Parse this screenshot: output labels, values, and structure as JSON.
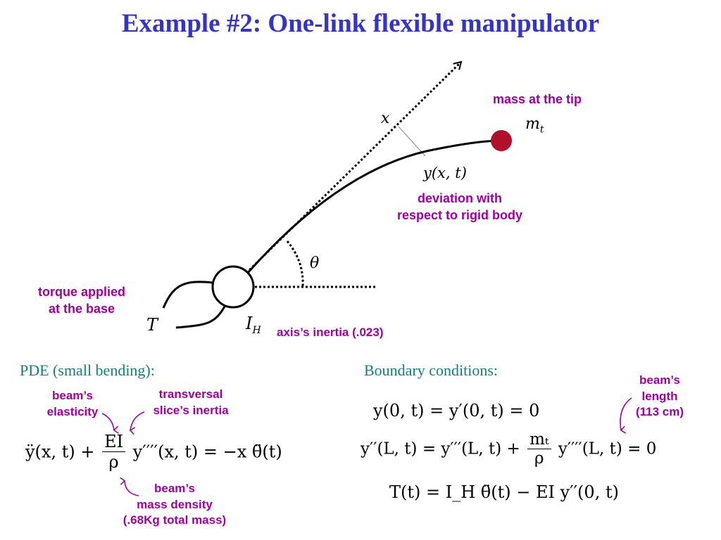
{
  "title": "Example #2: One-link flexible manipulator",
  "labels": {
    "mass_tip": "mass at the tip",
    "deviation_line1": "deviation with",
    "deviation_line2": "respect to rigid body",
    "torque_line1": "torque applied",
    "torque_line2": "at the base",
    "axis_inertia": "axis’s inertia (.023)",
    "pde_heading": "PDE (small bending):",
    "bc_heading": "Boundary conditions:",
    "beam_elasticity_line1": "beam’s",
    "beam_elasticity_line2": "elasticity",
    "slice_inertia_line1": "transversal",
    "slice_inertia_line2": "slice’s inertia",
    "beam_density_line1": "beam’s",
    "beam_density_line2": "mass density",
    "beam_density_line3": "(.68Kg total mass)",
    "beam_length_line1": "beam’s",
    "beam_length_line2": "length",
    "beam_length_line3": "(113 cm)"
  },
  "symbols": {
    "x_axis": "x",
    "tip_mass_base": "m",
    "tip_mass_sub": "t",
    "deflection": "y(x, t)",
    "angle": "θ",
    "torque": "T",
    "hub_inertia_base": "I",
    "hub_inertia_sub": "H"
  },
  "equations": {
    "pde": {
      "left": "ÿ(x, t) +",
      "frac_num": "EI",
      "frac_den": "ρ",
      "right": "y′′′′(x, t) = −x θ̈(t)"
    },
    "bc1": "y(0, t) = y′(0, t) = 0",
    "bc2": {
      "left": "y′′(L, t) = y′′′(L, t) +",
      "frac_num": "mₜ",
      "frac_den": "ρ",
      "right": "y′′′′(L, t) = 0"
    },
    "bc3": "T(t) = I_H θ̈(t) − EI y′′(0, t)"
  },
  "colors": {
    "title": "#3434c8",
    "annotation": "#a000a0",
    "heading": "#137e7e",
    "tip_mass": "#b0102a"
  }
}
